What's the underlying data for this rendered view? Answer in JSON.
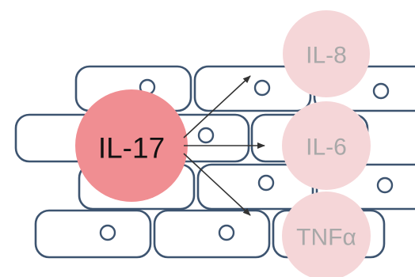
{
  "colors": {
    "cell_outline": "#3d5470",
    "source_fill": "#f08e92",
    "target_fill": "#f5d6d8",
    "source_text": "#111111",
    "target_text": "#a8a8a8",
    "arrow": "#333333"
  },
  "source": {
    "label": "IL-17"
  },
  "targets": [
    {
      "label": "IL-8"
    },
    {
      "label": "IL-6"
    },
    {
      "label": "TNFα"
    }
  ]
}
